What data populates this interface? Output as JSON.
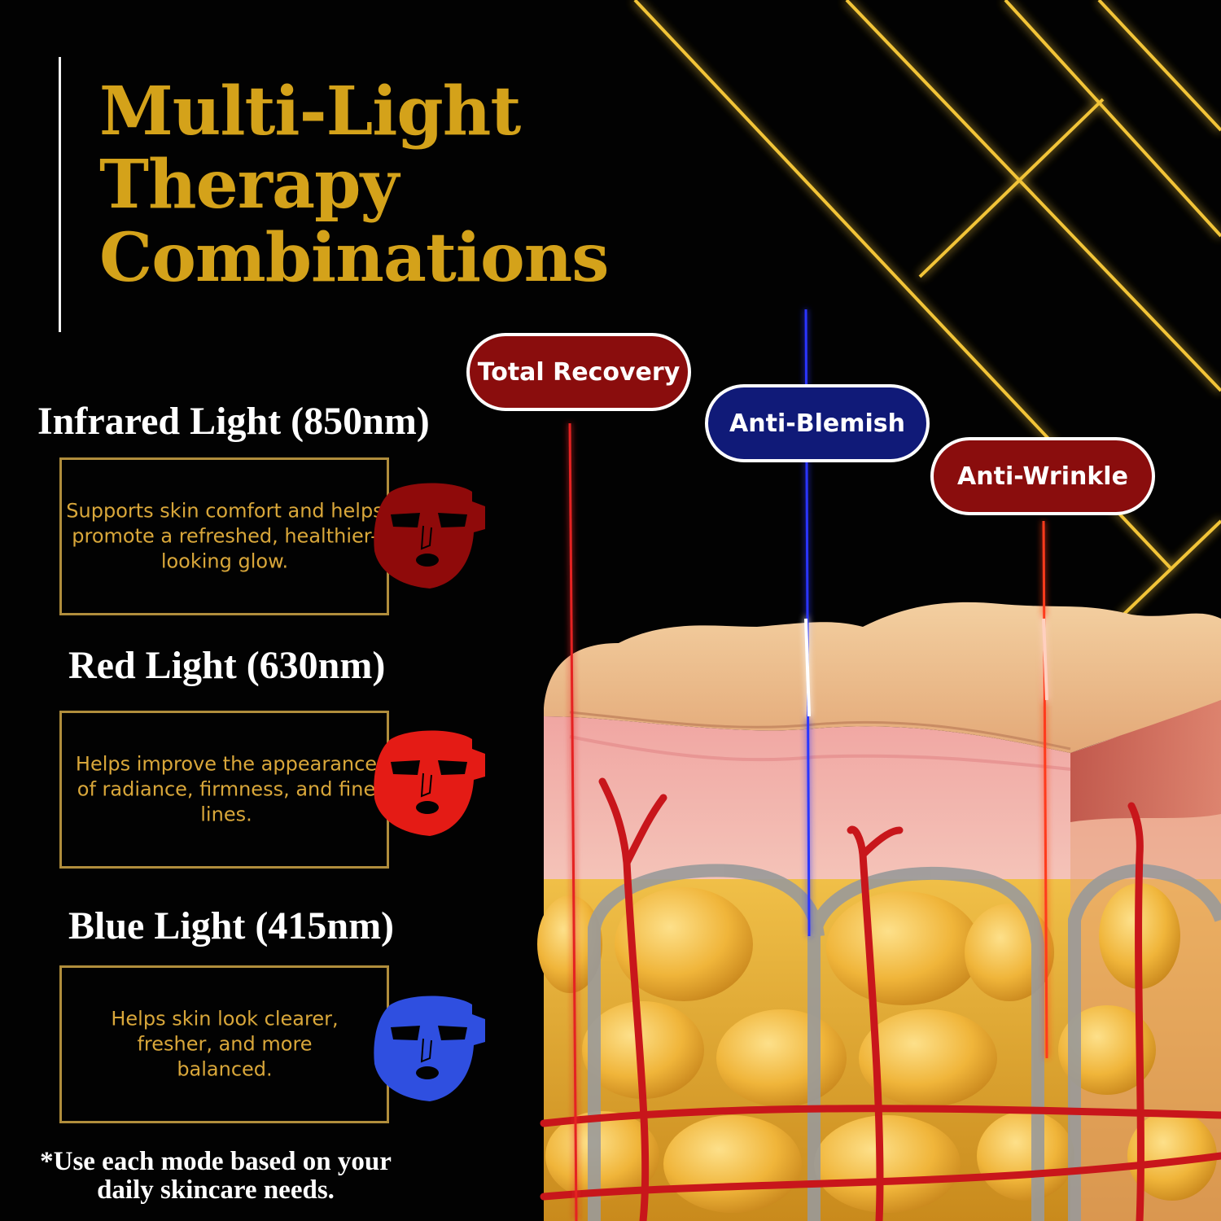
{
  "title": {
    "line1": "Multi-Light",
    "line2": "Therapy",
    "line3": "Combinations"
  },
  "modes": [
    {
      "heading": "Infrared Light (850nm)",
      "description": "Supports skin comfort and helps promote a refreshed, healthier-looking glow.",
      "mask_color": "#8f0a0a"
    },
    {
      "heading": "Red Light (630nm)",
      "description": "Helps improve the appearance of radiance, firmness, and fine lines.",
      "mask_color": "#e41b15"
    },
    {
      "heading": "Blue Light (415nm)",
      "description": "Helps skin look clearer, fresher, and more balanced.",
      "mask_color": "#2f4fe0"
    }
  ],
  "badges": [
    {
      "label": "Total Recovery",
      "color": "#8a0d0d"
    },
    {
      "label": "Anti-Blemish",
      "color": "#101a78"
    },
    {
      "label": "Anti-Wrinkle",
      "color": "#8a0d0d"
    }
  ],
  "footnote": {
    "line1": "*Use each mode based on your",
    "line2": "daily skincare needs."
  },
  "colors": {
    "gold": "#d4a21a",
    "box_border": "#b08d3c",
    "background": "#020202"
  }
}
